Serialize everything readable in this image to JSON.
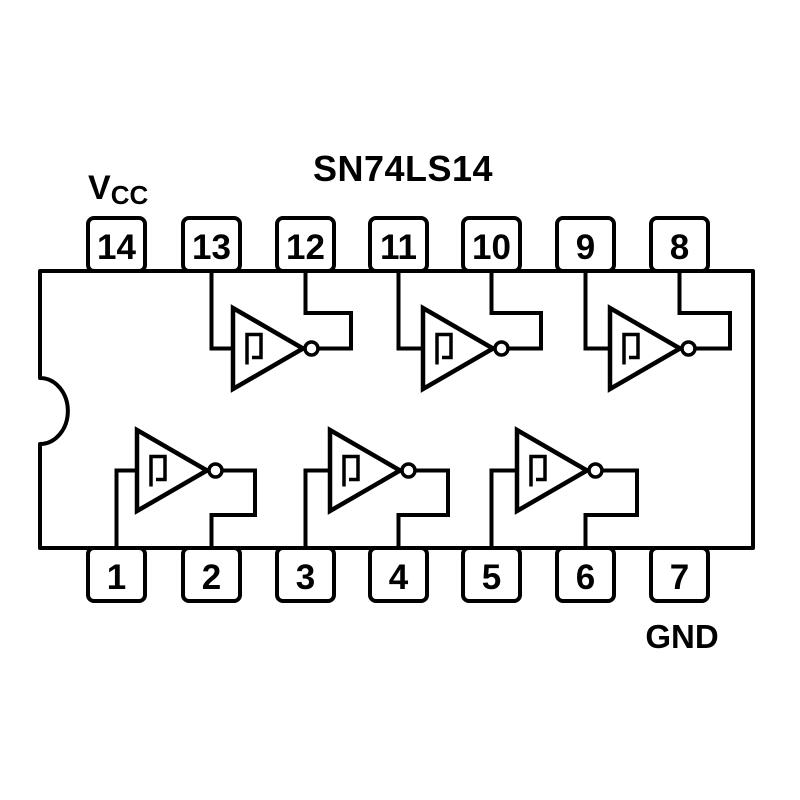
{
  "title": "SN74LS14",
  "labels": {
    "vcc_main": "V",
    "vcc_sub": "CC",
    "gnd": "GND"
  },
  "pins": {
    "top": [
      "14",
      "13",
      "12",
      "11",
      "10",
      "9",
      "8"
    ],
    "bottom": [
      "1",
      "2",
      "3",
      "4",
      "5",
      "6",
      "7"
    ]
  },
  "power": {
    "vcc_pin": "14",
    "gnd_pin": "7"
  },
  "gates": [
    {
      "row": "top",
      "input_pin": "13",
      "output_pin": "12",
      "symbol": "schmitt-trigger-inverter"
    },
    {
      "row": "top",
      "input_pin": "11",
      "output_pin": "10",
      "symbol": "schmitt-trigger-inverter"
    },
    {
      "row": "top",
      "input_pin": "9",
      "output_pin": "8",
      "symbol": "schmitt-trigger-inverter"
    },
    {
      "row": "bottom",
      "input_pin": "1",
      "output_pin": "2",
      "symbol": "schmitt-trigger-inverter"
    },
    {
      "row": "bottom",
      "input_pin": "3",
      "output_pin": "4",
      "symbol": "schmitt-trigger-inverter"
    },
    {
      "row": "bottom",
      "input_pin": "5",
      "output_pin": "6",
      "symbol": "schmitt-trigger-inverter"
    }
  ],
  "colors": {
    "line": "#000000",
    "background": "#ffffff"
  }
}
